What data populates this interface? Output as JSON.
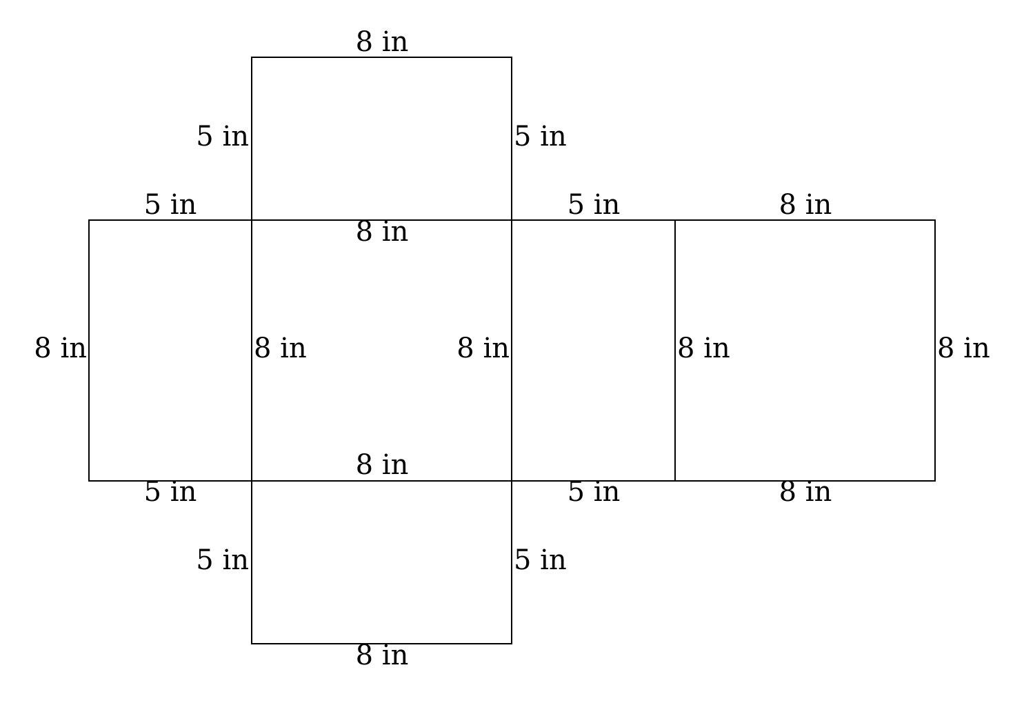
{
  "colors": {
    "stroke": "#000000",
    "background": "#ffffff"
  },
  "labels": {
    "top_face_top": "8 in",
    "top_face_left": "5 in",
    "top_face_right": "5 in",
    "left_face_top": "5 in",
    "front_face_top": "8 in",
    "right_face_top": "5 in",
    "back_face_top": "8 in",
    "left_face_left": "8 in",
    "front_face_left": "8 in",
    "front_face_right": "8 in",
    "back_face_left": "8 in",
    "back_face_right": "8 in",
    "front_face_bottom": "8 in",
    "left_face_bottom": "5 in",
    "right_face_bottom": "5 in",
    "back_face_bottom": "8 in",
    "bottom_face_left": "5 in",
    "bottom_face_right": "5 in",
    "bottom_face_bottom": "8 in"
  }
}
